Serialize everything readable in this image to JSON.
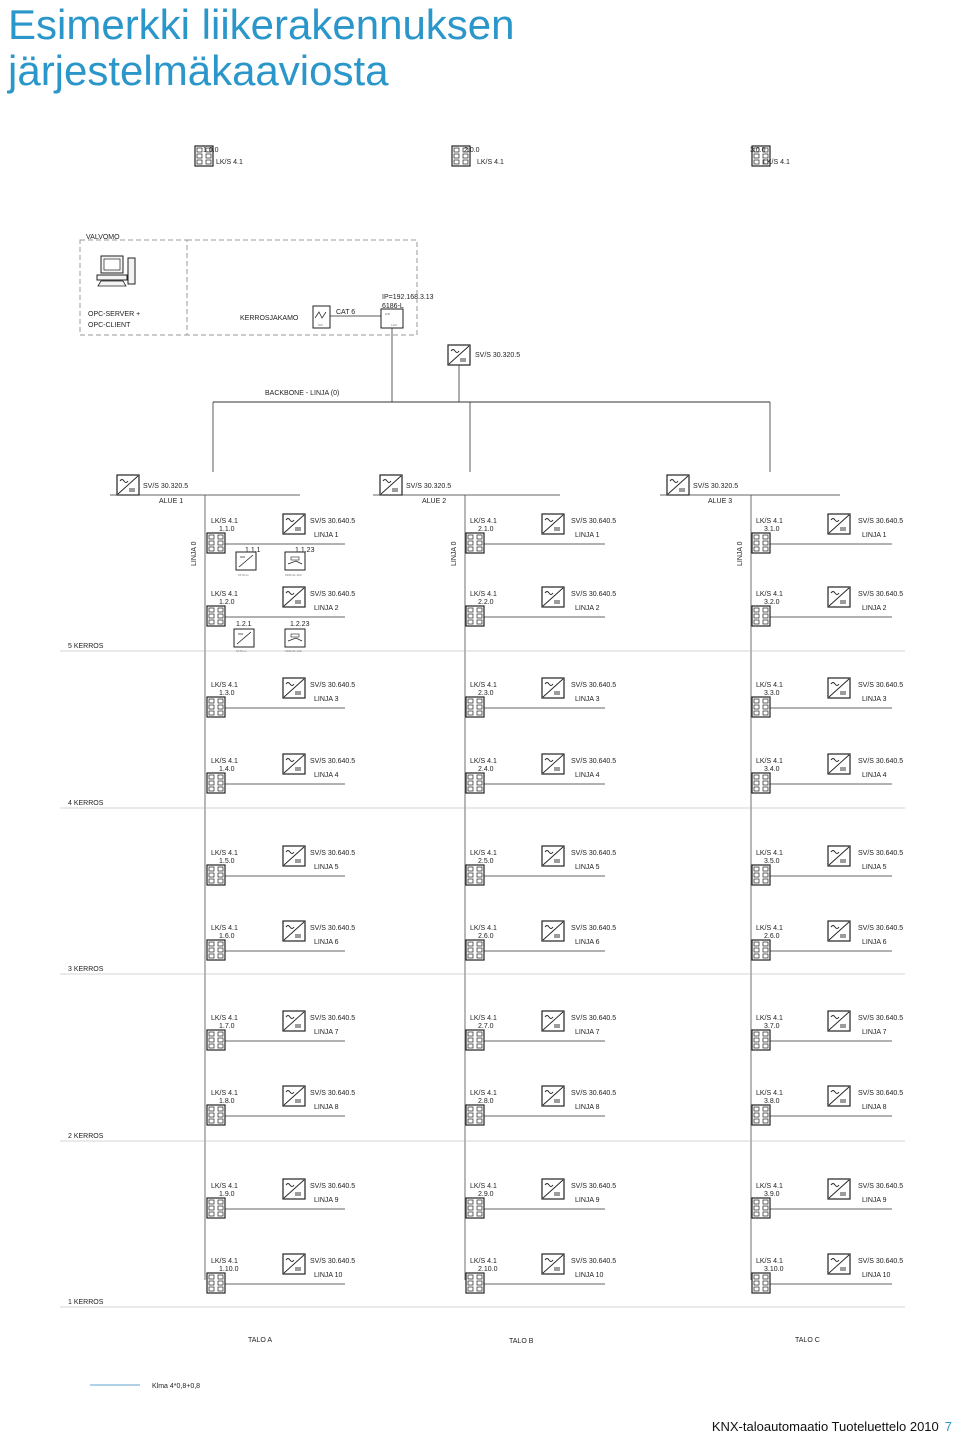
{
  "title": {
    "line1": "Esimerkki liikerakennuksen",
    "line2": "järjestelmäkaaviosta"
  },
  "control_room": {
    "label": "VALVOMO",
    "server_line1": "OPC-SERVER +",
    "server_line2": "OPC-CLIENT",
    "floor_closet": "KERROSJAKAMO",
    "cable": "CAT 6",
    "ip_line1": "IP=192.168.3.13",
    "ip_line2": "6186-L",
    "eib": "EIB",
    "lan": "LAN",
    "sw": "SW"
  },
  "backbone": {
    "supply": "SV/S 30.320.5",
    "label": "BACKBONE - LINJA (0)"
  },
  "areas": [
    {
      "coupler_addr": "1.0.0",
      "coupler_type": "LK/S 4.1",
      "supply": "SV/S 30.320.5",
      "area_label": "ALUE 1",
      "line0_label": "LINJA 0"
    },
    {
      "coupler_addr": "2.0.0",
      "coupler_type": "LK/S 4.1",
      "supply": "SV/S 30.320.5",
      "area_label": "ALUE 2",
      "line0_label": "LINJA 0"
    },
    {
      "coupler_addr": "3.0.0",
      "coupler_type": "LK/S 4.1",
      "supply": "SV/S 30.320.5",
      "area_label": "ALUE 3",
      "line0_label": "LINJA 0"
    }
  ],
  "line_coupler_type": "LK/S 4.1",
  "line_supply_type": "SV/S 30.640.5",
  "lines": [
    {
      "line_label": "LINJA 1",
      "addresses": [
        "1.1.0",
        "2.1.0",
        "3.1.0"
      ]
    },
    {
      "line_label": "LINJA 2",
      "addresses": [
        "1.2.0",
        "2.2.0",
        "3.2.0"
      ]
    },
    {
      "line_label": "LINJA 3",
      "addresses": [
        "1.3.0",
        "2.3.0",
        "3.3.0"
      ]
    },
    {
      "line_label": "LINJA 4",
      "addresses": [
        "1.4.0",
        "2.4.0",
        "3.4.0"
      ]
    },
    {
      "line_label": "LINJA 5",
      "addresses": [
        "1.5.0",
        "2.5.0",
        "3.5.0"
      ]
    },
    {
      "line_label": "LINJA 6",
      "addresses": [
        "1.6.0",
        "2.6.0",
        "2.6.0"
      ]
    },
    {
      "line_label": "LINJA 7",
      "addresses": [
        "1.7.0",
        "2.7.0",
        "3.7.0"
      ]
    },
    {
      "line_label": "LINJA 8",
      "addresses": [
        "1.8.0",
        "2.8.0",
        "3.8.0"
      ]
    },
    {
      "line_label": "LINJA 9",
      "addresses": [
        "1.9.0",
        "2.9.0",
        "3.9.0"
      ]
    },
    {
      "line_label": "LINJA 10",
      "addresses": [
        "1.10.0",
        "2.10.0",
        "3.10.0"
      ]
    }
  ],
  "devices": {
    "l1_dev1_addr": "1.1.1",
    "l1_dev2_addr": "1.1.23",
    "l2_dev1_addr": "1.2.1",
    "l2_dev2_addr": "1.2.23",
    "dev1_caption": "6179-xx",
    "dev2_caption": "6181/11-102"
  },
  "floors": [
    "5 KERROS",
    "4 KERROS",
    "3 KERROS",
    "2 KERROS",
    "1 KERROS"
  ],
  "buildings": [
    "TALO A",
    "TALO B",
    "TALO C"
  ],
  "legend": {
    "cable_label": "Klma 4*0,8+0,8",
    "cable_color": "#7fb3d5"
  },
  "footer": {
    "catalog": "KNX-taloautomaatio Tuoteluettelo 2010",
    "page_number": "7"
  },
  "colors": {
    "title": "#2a96c9",
    "bus_line": "#444444",
    "dashed_box": "#999999"
  }
}
